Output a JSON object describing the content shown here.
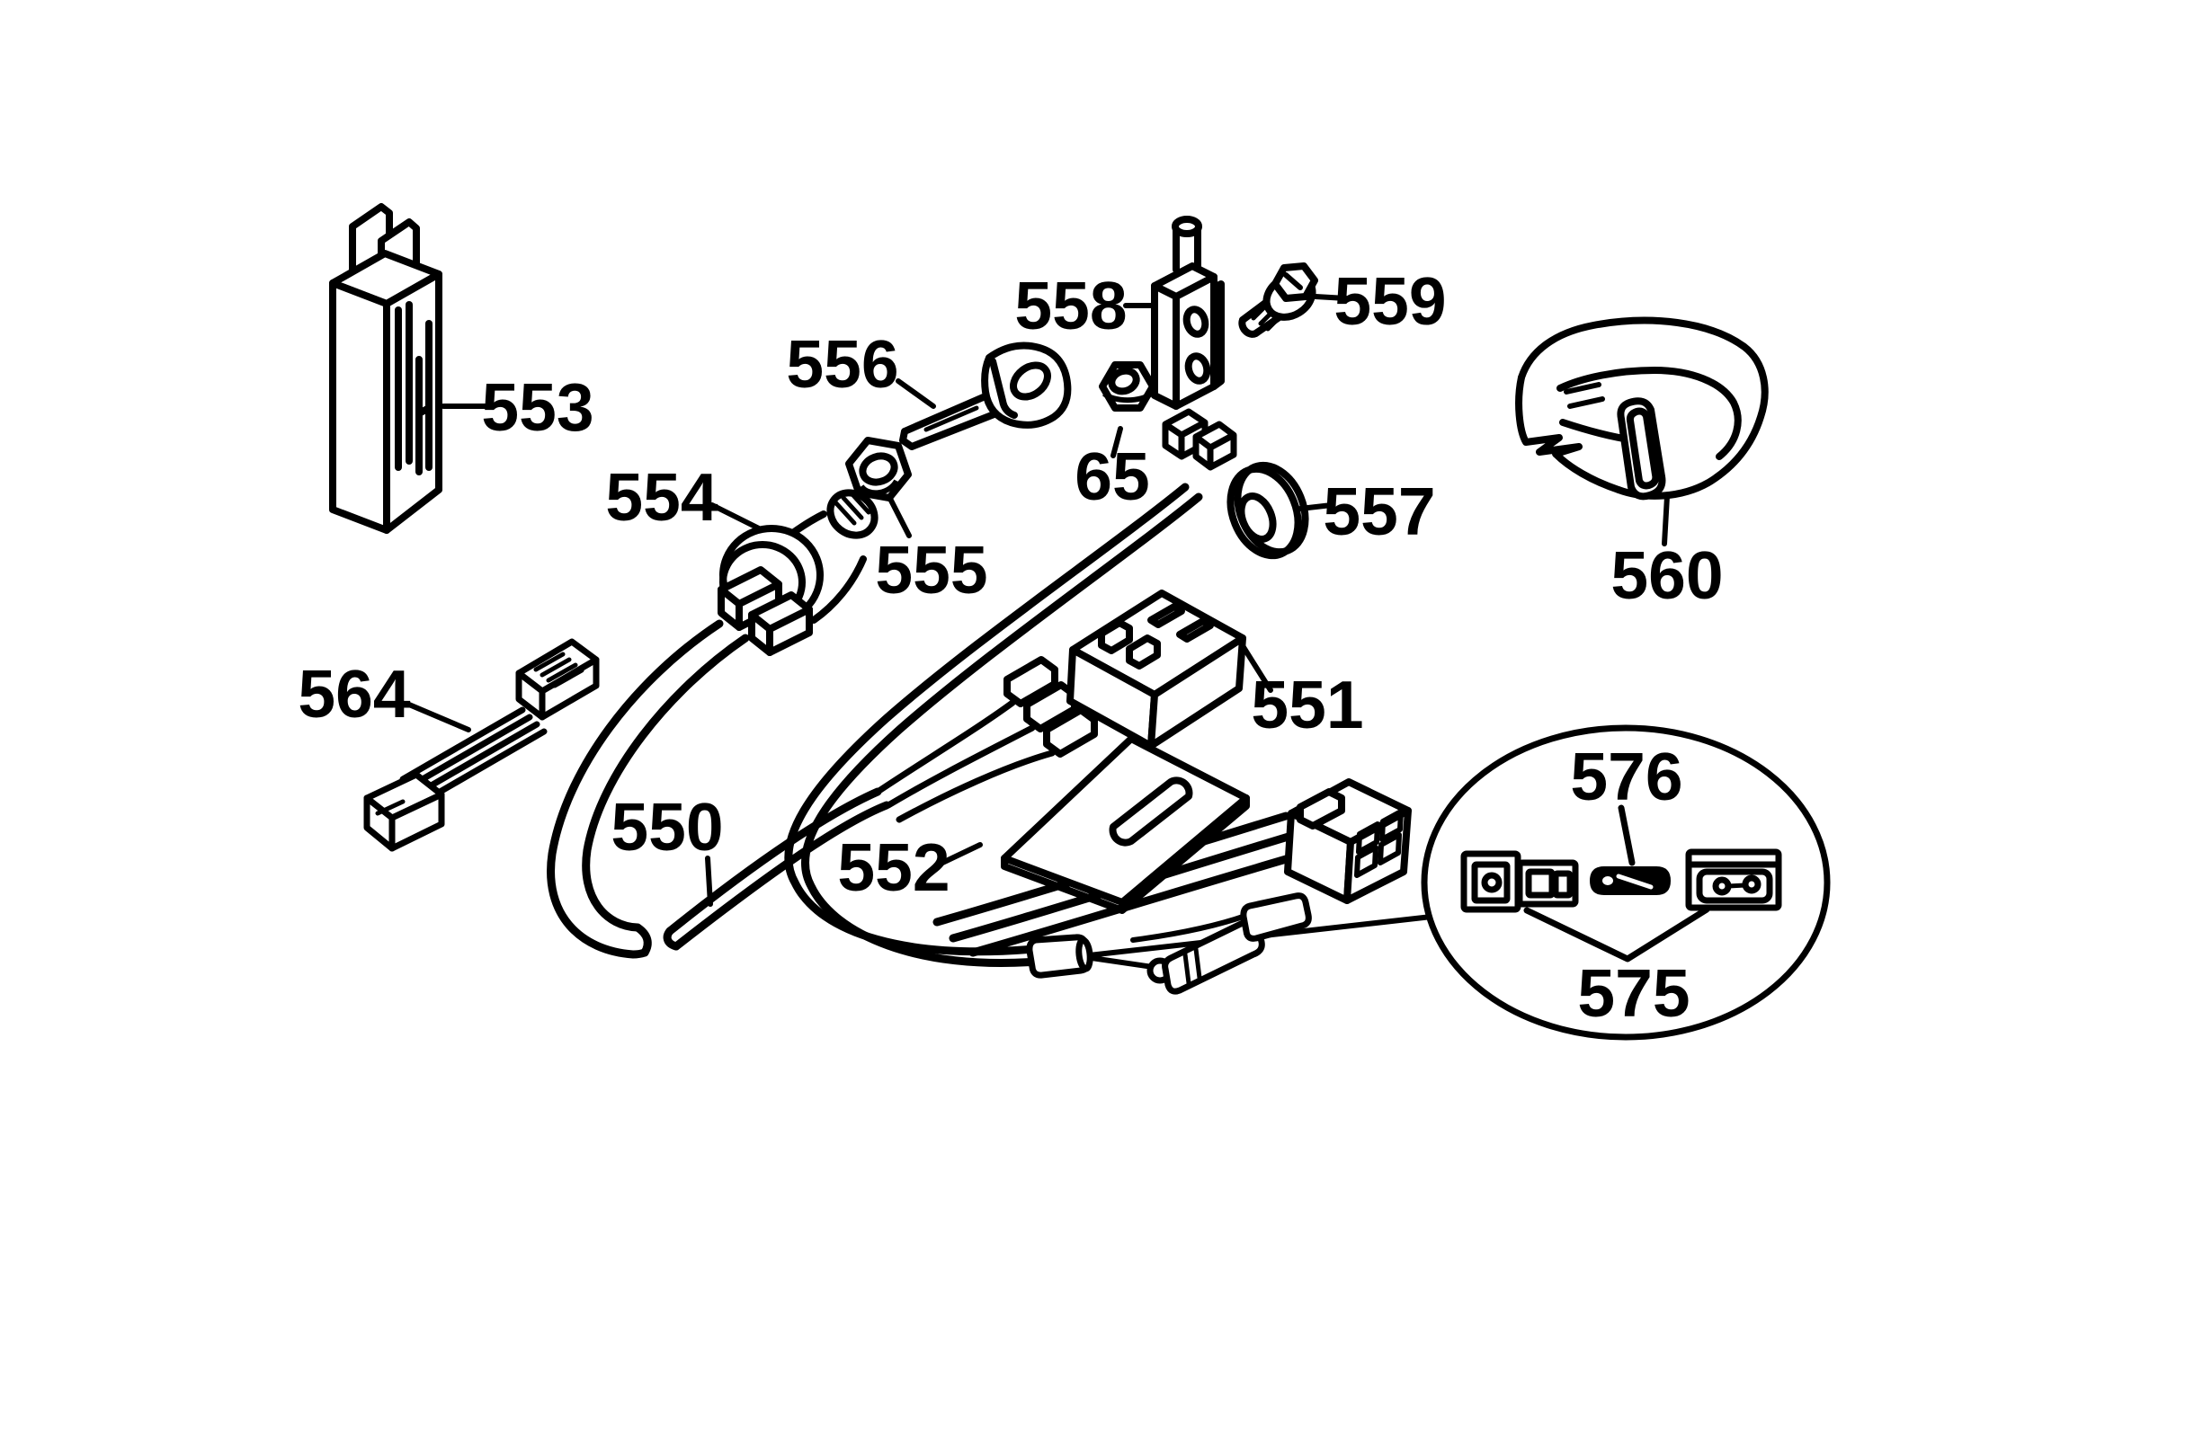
{
  "colors": {
    "background": "#ffffff",
    "line": "#000000"
  },
  "callouts": {
    "550": {
      "label": "550"
    },
    "551": {
      "label": "551"
    },
    "552": {
      "label": "552"
    },
    "553": {
      "label": "553"
    },
    "554": {
      "label": "554"
    },
    "555": {
      "label": "555"
    },
    "556": {
      "label": "556"
    },
    "557": {
      "label": "557"
    },
    "558": {
      "label": "558"
    },
    "559": {
      "label": "559"
    },
    "560": {
      "label": "560"
    },
    "564": {
      "label": "564"
    },
    "65": {
      "label": "65"
    },
    "575": {
      "label": "575"
    },
    "576": {
      "label": "576"
    }
  }
}
